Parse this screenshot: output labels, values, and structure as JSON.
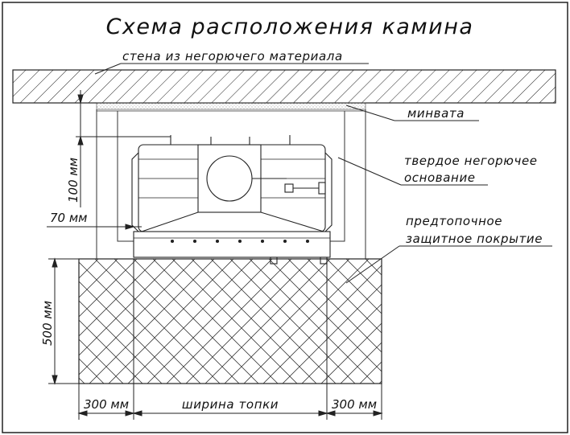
{
  "title": "Схема расположения камина",
  "labels": {
    "wall": "стена из негорючего материала",
    "insulation": "минвата",
    "base_line1": "твердое негорючее",
    "base_line2": "основание",
    "cover_line1": "предтопочное",
    "cover_line2": "защитное покрытие"
  },
  "dimensions": {
    "gap_top": "100 мм",
    "gap_side": "70 мм",
    "depth": "500 мм",
    "left_margin": "300 мм",
    "firebox_width": "ширина топки",
    "right_margin": "300 мм"
  },
  "colors": {
    "line": "#1a1a1a",
    "frame": "#222222"
  }
}
